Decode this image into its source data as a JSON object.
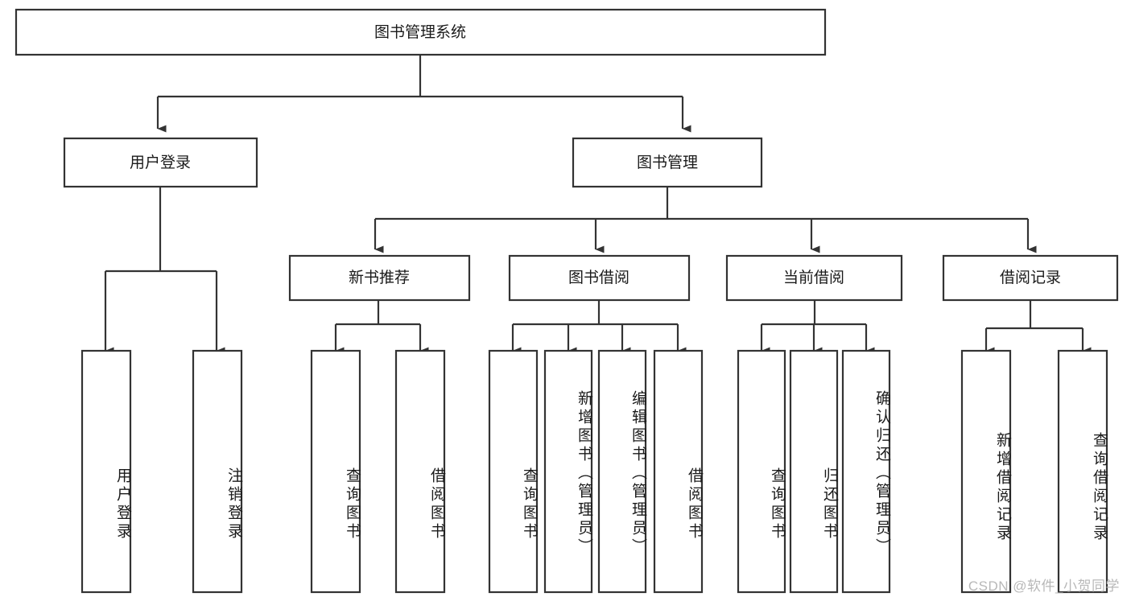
{
  "diagram": {
    "type": "tree",
    "title": "图书管理系统",
    "orientation": "top-down",
    "colors": {
      "box_fill": "#ffffff",
      "box_stroke": "#333333",
      "text": "#1a1a1a",
      "watermark": "#b8b8b8",
      "background": "#ffffff"
    },
    "root": {
      "label": "图书管理系统"
    },
    "level2": [
      {
        "label": "用户登录"
      },
      {
        "label": "图书管理"
      }
    ],
    "level3": [
      {
        "label": "新书推荐"
      },
      {
        "label": "图书借阅"
      },
      {
        "label": "当前借阅"
      },
      {
        "label": "借阅记录"
      }
    ],
    "leaves": {
      "user_login": [
        {
          "label": "用户登录"
        },
        {
          "label": "注销登录"
        }
      ],
      "new_book_recommend": [
        {
          "label": "查询图书"
        },
        {
          "label": "借阅图书"
        }
      ],
      "book_borrow": [
        {
          "label": "查询图书"
        },
        {
          "label": "新增图书（管理员）"
        },
        {
          "label": "编辑图书（管理员）"
        },
        {
          "label": "借阅图书"
        }
      ],
      "current_borrow": [
        {
          "label": "查询图书"
        },
        {
          "label": "归还图书"
        },
        {
          "label": "确认归还（管理员）"
        }
      ],
      "borrow_record": [
        {
          "label": "新增借阅记录"
        },
        {
          "label": "查询借阅记录"
        }
      ]
    }
  },
  "watermark": {
    "text": "CSDN @软件_小贺同学"
  }
}
